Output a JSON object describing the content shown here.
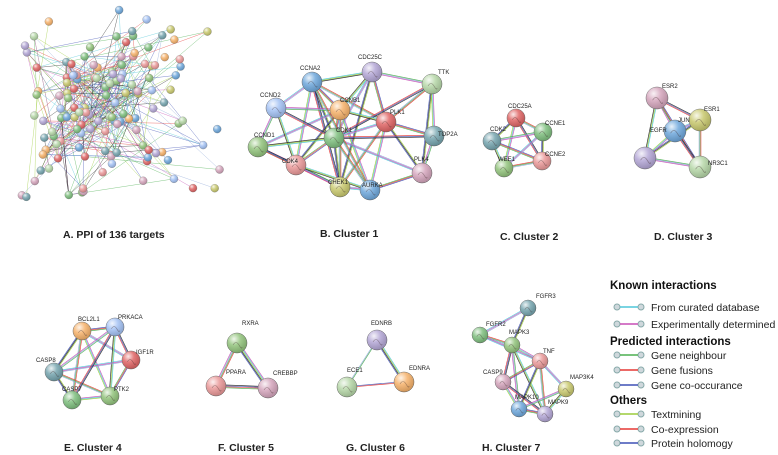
{
  "panels": [
    {
      "id": "A",
      "caption": "A. PPI of  136 targets"
    },
    {
      "id": "B",
      "caption": "B. Cluster 1",
      "nodes": [
        "CCNA2",
        "CDC25C",
        "TTK",
        "CCNB1",
        "CCND2",
        "PLK1",
        "TOP2A",
        "CDK1",
        "CCND1",
        "CDK4",
        "PLK4",
        "CHEK1",
        "AURKA"
      ]
    },
    {
      "id": "C",
      "caption": "C. Cluster 2",
      "nodes": [
        "CDC25A",
        "CDK2",
        "CCNE1",
        "WEE1",
        "CCNE2"
      ]
    },
    {
      "id": "D",
      "caption": "D. Cluster 3",
      "nodes": [
        "ESR2",
        "ESR1",
        "JUN",
        "EGFR",
        "NR3C1"
      ]
    },
    {
      "id": "E",
      "caption": "E. Cluster 4",
      "nodes": [
        "BCL2L1",
        "PRKACA",
        "IGF1R",
        "CASP8",
        "CASP7",
        "PTK2"
      ]
    },
    {
      "id": "F",
      "caption": "F. Cluster 5",
      "nodes": [
        "RXRA",
        "PPARA",
        "CREBBP"
      ]
    },
    {
      "id": "G",
      "caption": "G. Cluster 6",
      "nodes": [
        "EDNRB",
        "ECE1",
        "EDNRA"
      ]
    },
    {
      "id": "H",
      "caption": "H. Cluster 7",
      "nodes": [
        "FGFR3",
        "FGFR2",
        "MAPK3",
        "TNF",
        "CASP9",
        "MAP3K4",
        "MAPK10",
        "MAPK9"
      ]
    }
  ],
  "legend": {
    "sections": [
      {
        "title": "Known interactions",
        "items": [
          {
            "label": "From curated database",
            "color": "#4fc6d8"
          },
          {
            "label": "Experimentally determined",
            "color": "#c74fb5"
          }
        ]
      },
      {
        "title": "Predicted interactions",
        "items": [
          {
            "label": "Gene neighbour",
            "color": "#4caf50"
          },
          {
            "label": "Gene fusions",
            "color": "#e53935"
          },
          {
            "label": "Gene co-occurance",
            "color": "#3f51b5"
          }
        ]
      },
      {
        "title": "Others",
        "items": [
          {
            "label": "Textmining",
            "color": "#9ccc3c"
          },
          {
            "label": "Co-expression",
            "color": "#222222"
          },
          {
            "label": "Protein holomogy",
            "color": "#8fa8d8"
          }
        ]
      }
    ]
  },
  "edge_colors": [
    "#c74fb5",
    "#4fc6d8",
    "#9ccc3c",
    "#222222",
    "#3f51b5",
    "#e53935",
    "#4caf50",
    "#8fa8d8"
  ],
  "node_colors": [
    "#7fbf7f",
    "#6fa8dc",
    "#e06666",
    "#d5a6bd",
    "#f6b26b",
    "#93c47d",
    "#b4a7d6",
    "#76a5af",
    "#c9c96f",
    "#a4c2f4",
    "#ea9999",
    "#b6d7a8"
  ]
}
